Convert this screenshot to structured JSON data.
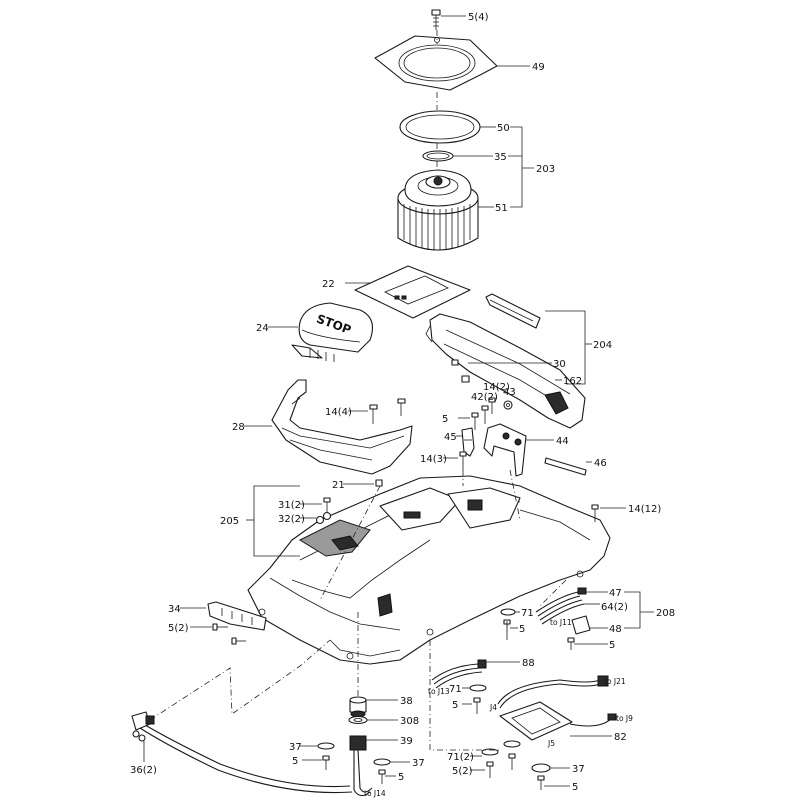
{
  "diagram": {
    "parts": {
      "p5_4": "5(4)",
      "p49": "49",
      "p50": "50",
      "p35": "35",
      "p203": "203",
      "p51": "51",
      "p22": "22",
      "p24": "24",
      "p204": "204",
      "p30": "30",
      "p162": "162",
      "p28": "28",
      "p14_4": "14(4)",
      "p5a": "5",
      "p42_2": "42(2)",
      "p14_2": "14(2)",
      "p43": "43",
      "p45": "45",
      "p44": "44",
      "p46": "46",
      "p14_3": "14(3)",
      "p21": "21",
      "p31_2": "31(2)",
      "p32_2": "32(2)",
      "p205": "205",
      "p14_12": "14(12)",
      "p34": "34",
      "p5_2a": "5(2)",
      "p71a": "71",
      "p5b": "5",
      "p47": "47",
      "p64_2": "64(2)",
      "p208": "208",
      "p48": "48",
      "p5c": "5",
      "p88": "88",
      "p71b": "71",
      "p5d": "5",
      "p38": "38",
      "p308": "308",
      "p39": "39",
      "p37a": "37",
      "p5e": "5",
      "p37b": "37",
      "p5f": "5",
      "p82": "82",
      "p71_2": "71(2)",
      "p5_2b": "5(2)",
      "p37c": "37",
      "p36_2": "36(2)"
    },
    "connectors": {
      "j11": "to J11",
      "j13": "to J13",
      "j21": "to J21",
      "j9": "to J9",
      "j14": "to J14",
      "j4": "J4",
      "j5": "J5"
    },
    "button_text": "STOP"
  }
}
